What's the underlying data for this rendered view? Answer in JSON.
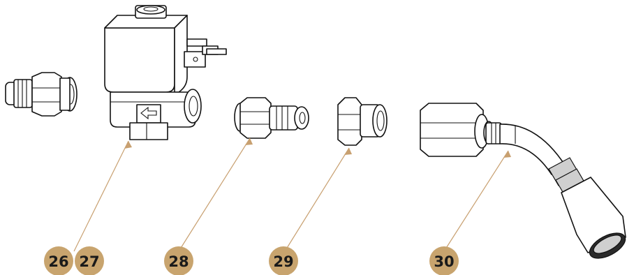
{
  "callout_color": "#C8A46E",
  "leader_color": "#C8A070",
  "callouts": [
    {
      "id": "c26",
      "label": "26"
    },
    {
      "id": "c27",
      "label": "27"
    },
    {
      "id": "c28",
      "label": "28"
    },
    {
      "id": "c29",
      "label": "29"
    },
    {
      "id": "c30",
      "label": "30"
    }
  ]
}
